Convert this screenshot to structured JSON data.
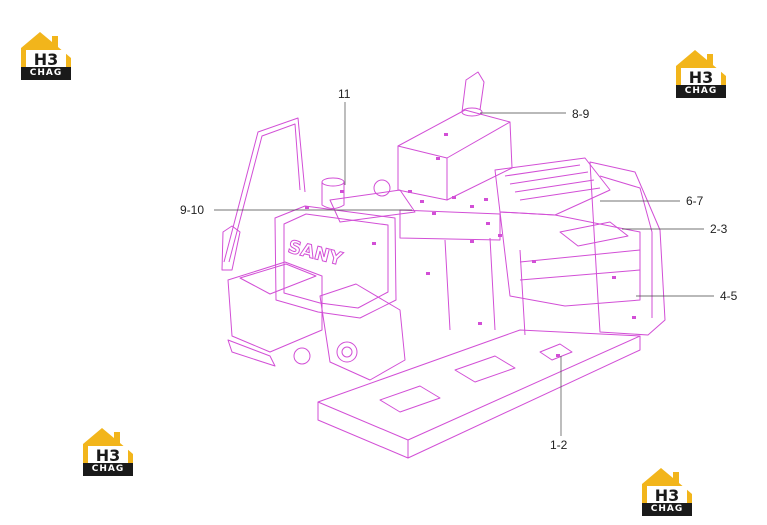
{
  "logo": {
    "mark": "H3",
    "text": "CHAG"
  },
  "diagram": {
    "brand_text": "SANY"
  },
  "callouts": {
    "c11": "11",
    "c8_9": "8-9",
    "c9_10": "9-10",
    "c6_7": "6-7",
    "c2_3": "2-3",
    "c4_5": "4-5",
    "c1_2": "1-2"
  },
  "colors": {
    "line": "#d24fd6",
    "leader": "#444444",
    "logo_yellow": "#f2b51b",
    "logo_dark": "#1a1a1a"
  }
}
